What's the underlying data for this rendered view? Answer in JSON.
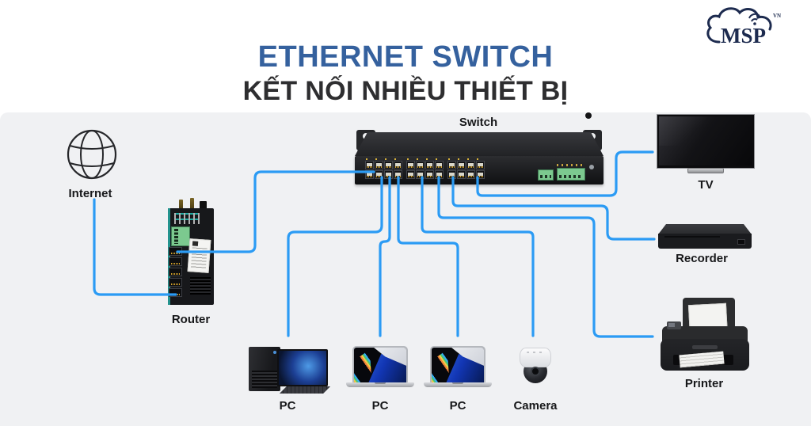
{
  "header": {
    "title": "ETHERNET SWITCH",
    "subtitle": "KẾT NỐI NHIỀU THIẾT BỊ",
    "title_color": "#35619e",
    "subtitle_color": "#2e2e30"
  },
  "logo": {
    "text": "MSP",
    "superscript": "VN",
    "color": "#1d2b4f"
  },
  "colors": {
    "wire": "#2b9bf4",
    "panel_bg": "#f0f1f3",
    "page_bg": "#ffffff"
  },
  "labels": {
    "internet": "Internet",
    "router": "Router",
    "switch": "Switch",
    "tv": "TV",
    "recorder": "Recorder",
    "printer": "Printer",
    "pc_desktop": "PC",
    "pc_laptop1": "PC",
    "pc_laptop2": "PC",
    "camera": "Camera"
  },
  "switch": {
    "port_groups": 3,
    "port_cols": 4,
    "port_rows": 2,
    "total_ports": 24
  },
  "router": {
    "port_count": 5
  },
  "connections": [
    {
      "from": "internet",
      "to": "router"
    },
    {
      "from": "router",
      "to": "switch"
    },
    {
      "from": "switch",
      "to": "pc_desktop"
    },
    {
      "from": "switch",
      "to": "pc_laptop1"
    },
    {
      "from": "switch",
      "to": "pc_laptop2"
    },
    {
      "from": "switch",
      "to": "camera"
    },
    {
      "from": "switch",
      "to": "printer"
    },
    {
      "from": "switch",
      "to": "recorder"
    },
    {
      "from": "switch",
      "to": "tv"
    }
  ]
}
